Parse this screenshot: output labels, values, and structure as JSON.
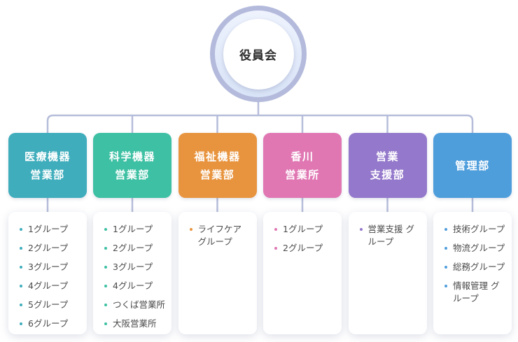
{
  "colors": {
    "line": "#b6bdda",
    "ring_outer": "#b3badb",
    "ring_inner": "#d8e3f7",
    "text_dark": "#2e2e2e",
    "text_list": "#4a4a4a"
  },
  "root": {
    "label": "役員会"
  },
  "departments": [
    {
      "name": "医療機器営業部",
      "label_lines": [
        "医療機器",
        "営業部"
      ],
      "color": "#3fadbc",
      "groups": [
        "1グループ",
        "2グループ",
        "3グループ",
        "4グループ",
        "5グループ",
        "6グループ"
      ]
    },
    {
      "name": "科学機器営業部",
      "label_lines": [
        "科学機器",
        "営業部"
      ],
      "color": "#3dc0a3",
      "groups": [
        "1グループ",
        "2グループ",
        "3グループ",
        "4グループ",
        "つくば営業所",
        "大阪営業所"
      ]
    },
    {
      "name": "福祉機器営業部",
      "label_lines": [
        "福祉機器",
        "営業部"
      ],
      "color": "#e8943f",
      "groups": [
        "ライフケア グループ"
      ]
    },
    {
      "name": "香川営業所",
      "label_lines": [
        "香川",
        "営業所"
      ],
      "color": "#e077b3",
      "groups": [
        "1グループ",
        "2グループ"
      ]
    },
    {
      "name": "営業支援部",
      "label_lines": [
        "営業",
        "支援部"
      ],
      "color": "#9478cb",
      "groups": [
        "営業支援 グループ"
      ]
    },
    {
      "name": "管理部",
      "label_lines": [
        "管理部"
      ],
      "color": "#4f9edc",
      "groups": [
        "技術グループ",
        "物流グループ",
        "総務グループ",
        "情報管理 グループ"
      ]
    }
  ]
}
